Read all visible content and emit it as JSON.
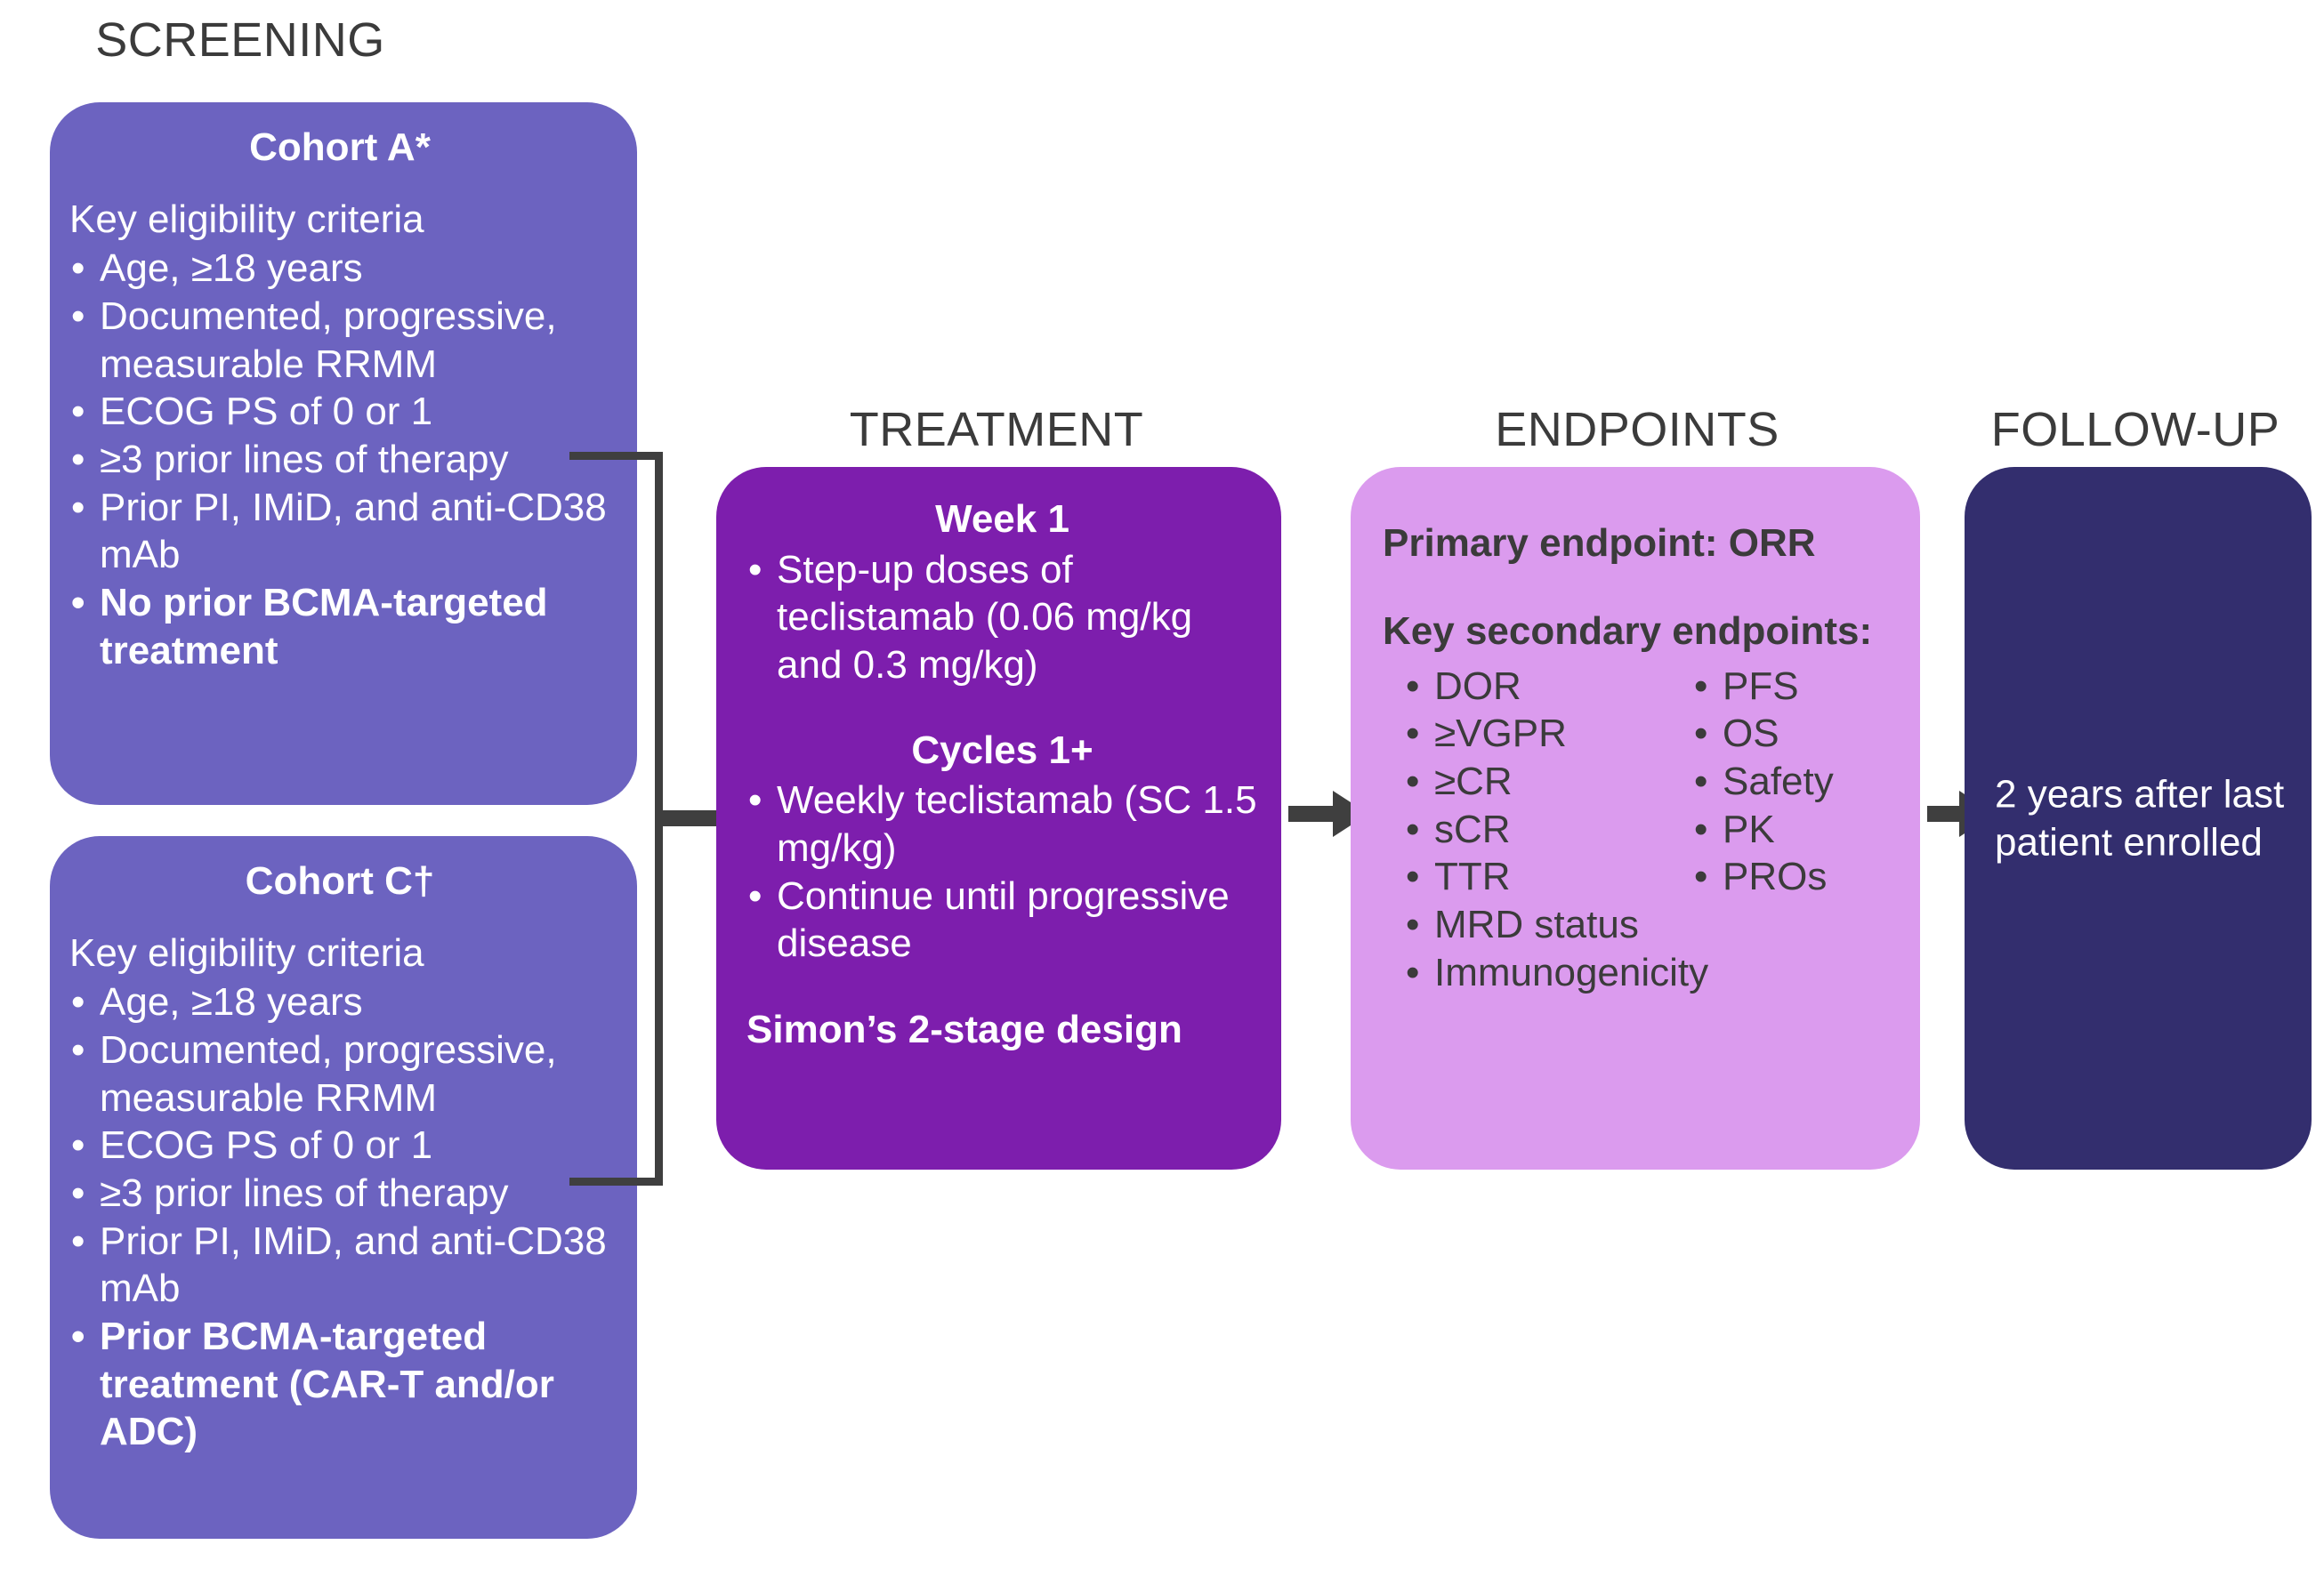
{
  "headers": {
    "screening": "SCREENING",
    "treatment": "TREATMENT",
    "endpoints": "ENDPOINTS",
    "followup": "FOLLOW-UP"
  },
  "colors": {
    "screening_box": "#6C63C0",
    "treatment_box": "#7D1EAD",
    "endpoints_box": "#DB9BEE",
    "followup_box": "#332E6E",
    "connector": "#3f3f3f",
    "header_text": "#3b3b3b",
    "light_text": "#ffffff",
    "dark_text": "#3b3b3b"
  },
  "cohort_a": {
    "title": "Cohort A*",
    "lede": "Key eligibility criteria",
    "criteria": [
      {
        "text": "Age, ≥18 years",
        "bold": false
      },
      {
        "text": "Documented, progressive, measurable RRMM",
        "bold": false
      },
      {
        "text": "ECOG PS of 0 or 1",
        "bold": false
      },
      {
        "text": "≥3 prior lines of therapy",
        "bold": false
      },
      {
        "text": "Prior PI, IMiD, and anti-CD38 mAb",
        "bold": false
      },
      {
        "text": "No prior BCMA-targeted treatment",
        "bold": true
      }
    ]
  },
  "cohort_c": {
    "title": "Cohort C†",
    "lede": "Key eligibility criteria",
    "criteria": [
      {
        "text": "Age, ≥18 years",
        "bold": false
      },
      {
        "text": "Documented, progressive, measurable RRMM",
        "bold": false
      },
      {
        "text": "ECOG PS of 0 or 1",
        "bold": false
      },
      {
        "text": "≥3 prior lines of therapy",
        "bold": false
      },
      {
        "text": "Prior PI, IMiD, and anti-CD38 mAb",
        "bold": false
      },
      {
        "text": "Prior BCMA-targeted treatment (CAR-T and/or ADC)",
        "bold": true
      }
    ]
  },
  "treatment": {
    "week1_title": "Week 1",
    "week1_items": [
      "Step-up doses of teclistamab (0.06 mg/kg and 0.3 mg/kg)"
    ],
    "cycles_title": "Cycles 1+",
    "cycles_items": [
      "Weekly teclistamab (SC 1.5 mg/kg)",
      "Continue until progressive disease"
    ],
    "design_note": "Simon’s 2-stage design"
  },
  "endpoints": {
    "primary": "Primary endpoint: ORR",
    "secondary_heading": "Key secondary endpoints:",
    "secondary_left": [
      "DOR",
      "≥VGPR",
      "≥CR",
      "sCR",
      "TTR",
      "MRD status",
      "Immunogenicity"
    ],
    "secondary_right": [
      "PFS",
      "OS",
      "Safety",
      "PK",
      "PROs"
    ]
  },
  "followup": {
    "text": "2 years after last patient enrolled"
  }
}
